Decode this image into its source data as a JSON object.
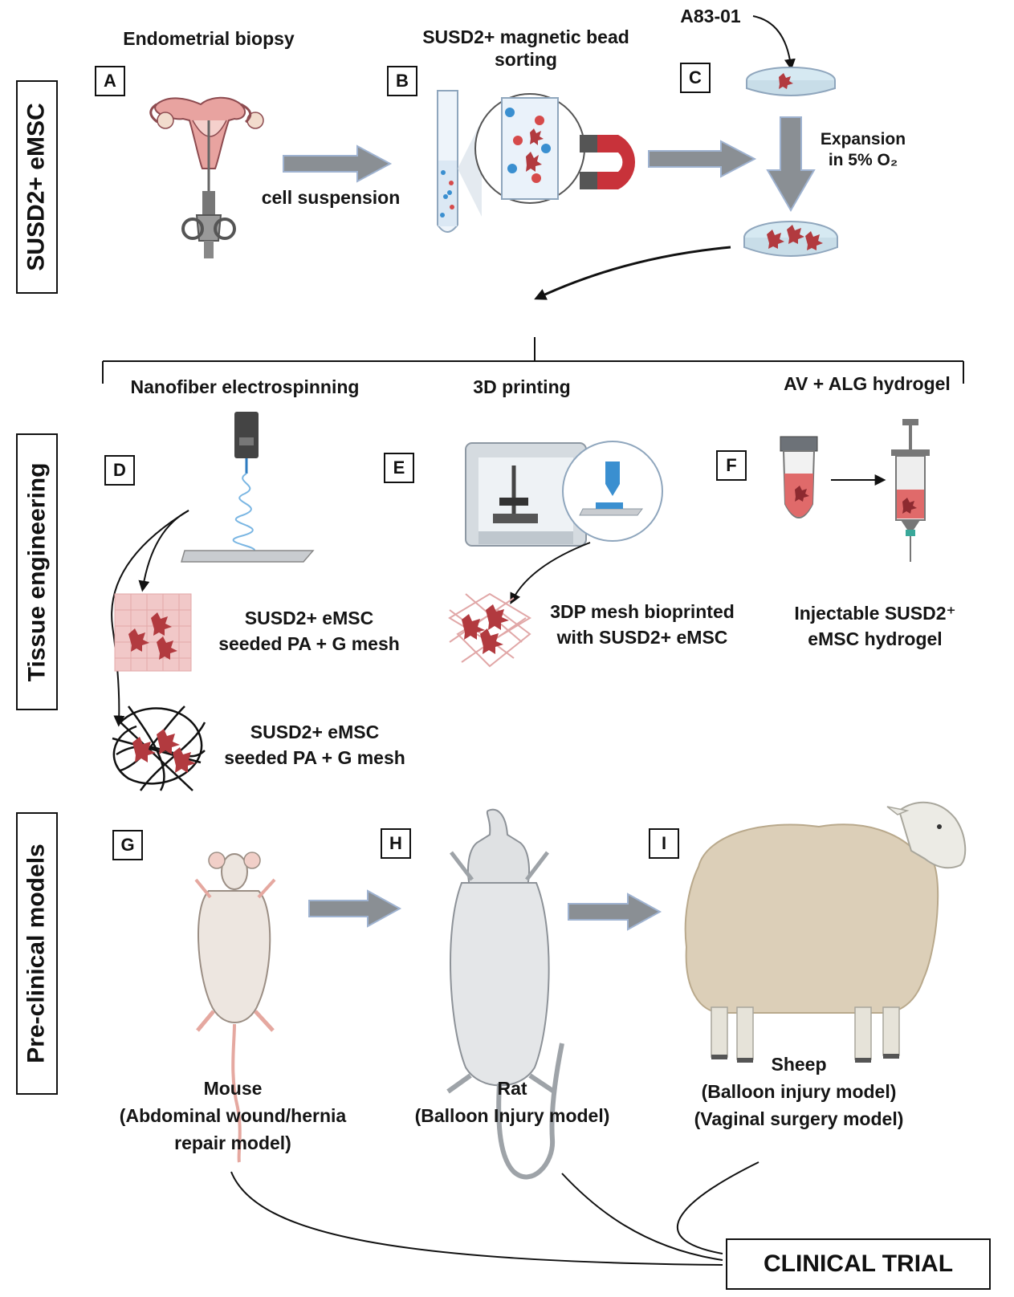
{
  "sections": {
    "top": "SUSD2+ eMSC",
    "middle": "Tissue engineering",
    "bottom": "Pre-clinical models"
  },
  "panels": {
    "A": {
      "letter": "A",
      "title": "Endometrial biopsy"
    },
    "B": {
      "letter": "B",
      "title_line1": "SUSD2+ magnetic bead",
      "title_line2": "sorting"
    },
    "C": {
      "letter": "C",
      "reagent": "A83-01",
      "expansion_line1": "Expansion",
      "expansion_line2": "in 5% O₂"
    },
    "D": {
      "letter": "D",
      "title": "Nanofiber electrospinning"
    },
    "E": {
      "letter": "E",
      "title": "3D printing"
    },
    "F": {
      "letter": "F",
      "title": "AV + ALG hydrogel"
    },
    "G": {
      "letter": "G"
    },
    "H": {
      "letter": "H"
    },
    "I": {
      "letter": "I"
    }
  },
  "labels": {
    "cell_suspension": "cell suspension",
    "mesh1_line1": "SUSD2+ eMSC",
    "mesh1_line2": "seeded PA + G mesh",
    "mesh2_line1": "SUSD2+ eMSC",
    "mesh2_line2": "seeded PA + G mesh",
    "print_line1": "3DP mesh bioprinted",
    "print_line2": "with SUSD2+ eMSC",
    "hydrogel_line1": "Injectable SUSD2⁺",
    "hydrogel_line2": "eMSC hydrogel"
  },
  "models": {
    "mouse": {
      "name": "Mouse",
      "line2": "(Abdominal wound/hernia",
      "line3": "repair model)"
    },
    "rat": {
      "name": "Rat",
      "line2": "(Balloon Injury model)"
    },
    "sheep": {
      "name": "Sheep",
      "line2": "(Balloon injury model)",
      "line3": "(Vaginal surgery model)"
    }
  },
  "clinical_trial": "CLINICAL TRIAL",
  "colors": {
    "arrow_gray": "#8a8f94",
    "arrow_outline": "#9fb3d1",
    "cell_red": "#b23a3f",
    "magnet_red": "#c8323a",
    "hydrogel_red": "#e06a6a"
  }
}
